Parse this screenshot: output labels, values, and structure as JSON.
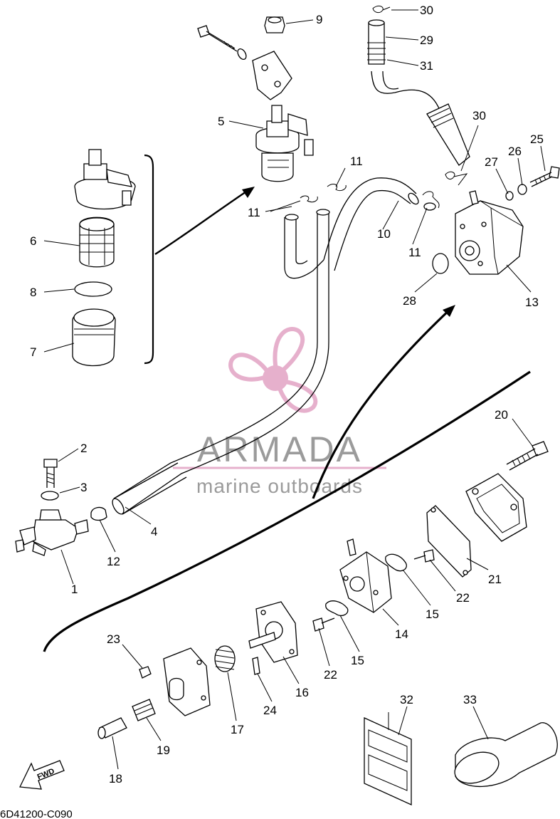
{
  "diagram": {
    "code": "6D41200-C090",
    "fwd_label": "FWD",
    "watermark": {
      "brand": "ARMADA",
      "tagline": "marine outboards",
      "color": "#e2a3c4",
      "text_color": "#8a8a8a"
    },
    "callouts": [
      "1",
      "2",
      "3",
      "4",
      "5",
      "6",
      "7",
      "8",
      "9",
      "10",
      "11",
      "11",
      "11",
      "12",
      "13",
      "14",
      "15",
      "15",
      "16",
      "17",
      "18",
      "19",
      "20",
      "21",
      "22",
      "22",
      "23",
      "24",
      "25",
      "26",
      "27",
      "28",
      "29",
      "30",
      "30",
      "31",
      "32",
      "33"
    ]
  }
}
